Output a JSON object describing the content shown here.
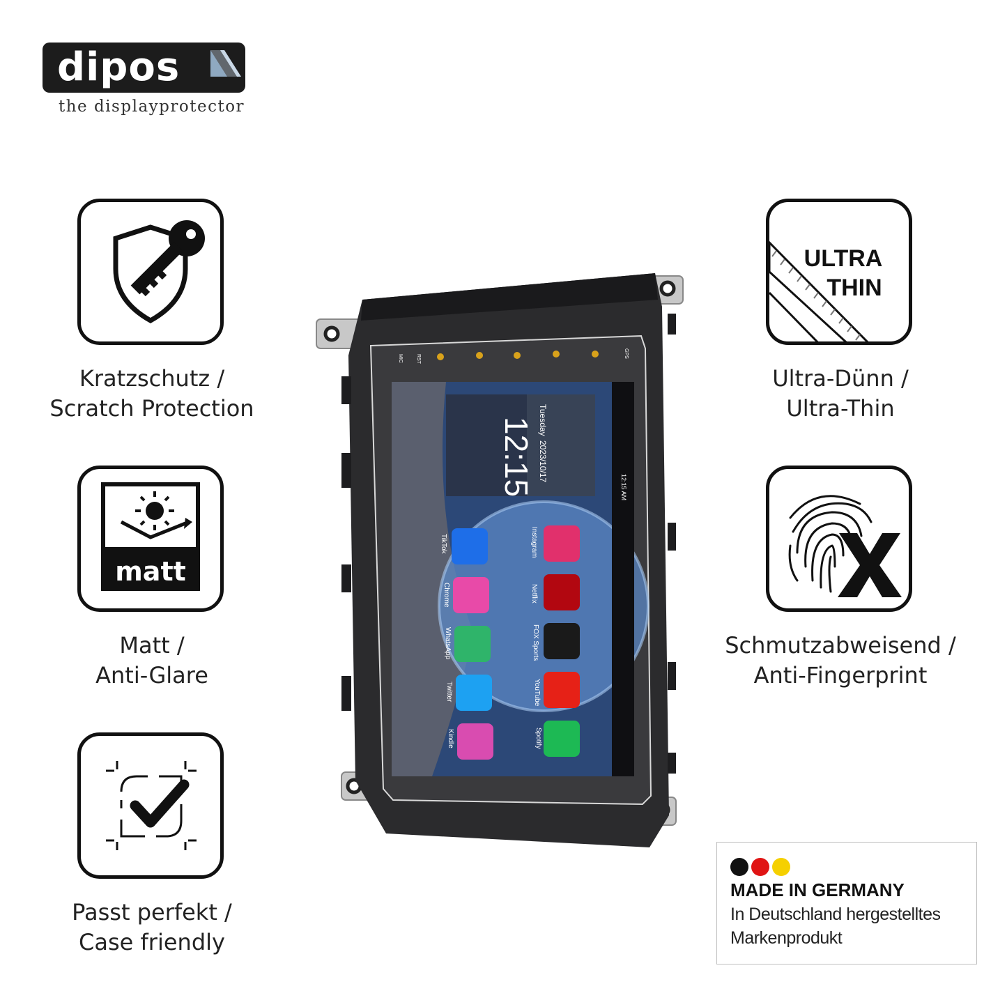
{
  "logo": {
    "brand": "dipos",
    "tagline": "the displayprotector"
  },
  "features": {
    "scratch": {
      "line1": "Kratzschutz /",
      "line2": "Scratch Protection",
      "icon": "shield-key-icon"
    },
    "matt": {
      "line1": "Matt /",
      "line2": "Anti-Glare",
      "icon_text": "matt",
      "icon": "sun-glare-icon"
    },
    "fit": {
      "line1": "Passt perfekt /",
      "line2": "Case friendly",
      "icon": "checkmark-frame-icon"
    },
    "thin": {
      "line1": "Ultra-Dünn /",
      "line2": "Ultra-Thin",
      "icon_text1": "ULTRA",
      "icon_text2": "THIN",
      "icon": "ruler-icon"
    },
    "fingerprint": {
      "line1": "Schmutzabweisend /",
      "line2": "Anti-Fingerprint",
      "icon": "fingerprint-x-icon"
    }
  },
  "device": {
    "top_buttons": [
      "MIC",
      "RST",
      "GPS"
    ],
    "time": "12:15",
    "day": "Tuesday",
    "date": "2023/10/17",
    "status_time": "12:15 AM",
    "apps": [
      {
        "name": "Instagram",
        "color": "#e1306c"
      },
      {
        "name": "Netflix",
        "color": "#b20710"
      },
      {
        "name": "FOX Sports",
        "color": "#1a1a1a"
      },
      {
        "name": "YouTube",
        "color": "#e62117"
      },
      {
        "name": "Spotify",
        "color": "#1db954"
      },
      {
        "name": "TikTok",
        "color": "#111111"
      },
      {
        "name": "Chrome",
        "color": "#4285f4"
      },
      {
        "name": "WhatsApp",
        "color": "#25d366"
      },
      {
        "name": "Twitter",
        "color": "#1da1f2"
      },
      {
        "name": "Kindle",
        "color": "#232f3e"
      }
    ]
  },
  "made_in": {
    "title": "MADE IN GERMANY",
    "line1": "In Deutschland hergestelltes",
    "line2": "Markenprodukt",
    "colors": [
      "#111111",
      "#e01414",
      "#f5d000"
    ]
  }
}
